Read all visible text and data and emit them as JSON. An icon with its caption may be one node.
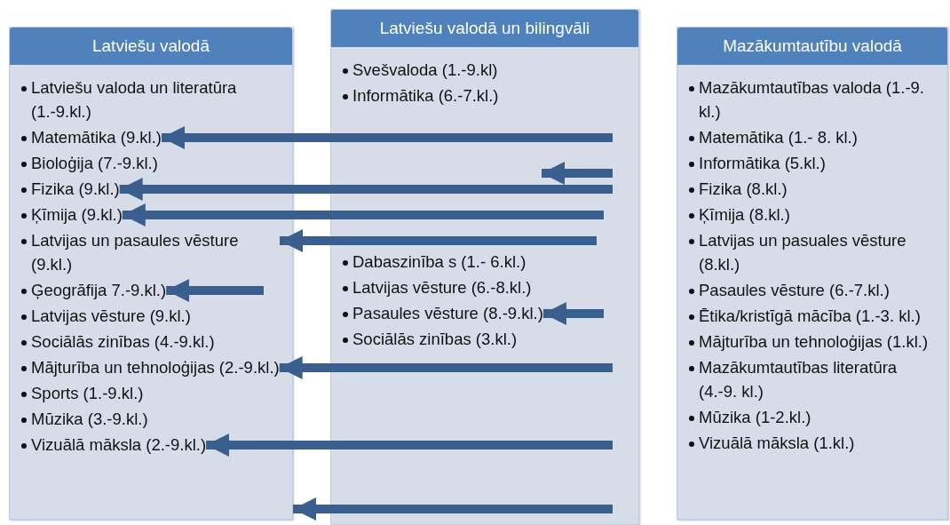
{
  "diagram": {
    "nodes": [
      {
        "text": [
          "Latviešu valodā"
        ]
      },
      {
        "text": [
          "Latviešu valoda un literatūra (1.-9.kl.)"
        ],
        "in": 0
      },
      {
        "text": [
          "Matemātika (9.kl.)"
        ],
        "in": 0
      },
      {
        "text": [
          "Bioloģija (7.-9.kl.)"
        ],
        "in": 0
      },
      {
        "text": [
          "Fizika (9.kl.)"
        ],
        "in": 0
      },
      {
        "text": [
          "Ķīmija (9.kl.)"
        ],
        "in": 0
      },
      {
        "text": [
          "Latvijas un pasaules vēsture (9.kl.)"
        ],
        "in": 0
      },
      {
        "text": [
          "Ģeogrāfija 7.-9.kl.)"
        ],
        "in": 0
      },
      {
        "text": [
          "Latvijas vēsture (9.kl.)"
        ],
        "in": 0
      },
      {
        "text": [
          "Sociālās zinības (4.-9.kl.)"
        ],
        "in": 0
      },
      {
        "text": [
          "Mājturība un tehnoloģijas (2.-9.kl.)"
        ],
        "in": 0
      },
      {
        "text": [
          "Sports (1.-9.kl.)"
        ],
        "in": 0
      },
      {
        "text": [
          "Mūzika (3.-9.kl.)"
        ],
        "in": 0
      },
      {
        "text": [
          "Vizuālā māksla (2.-9.kl.)"
        ],
        "in": 0
      },
      {
        "text": [
          "Latviešu valodā un bilingvāli"
        ]
      },
      {
        "text": [
          "Svešvaloda (1.-9.kl)"
        ],
        "in": 14
      },
      {
        "text": [
          "Informātika (6.-7.kl.)"
        ],
        "in": 14
      },
      {
        "text": [
          "Dabaszinība s (1.- 6.kl.)"
        ],
        "in": 14
      },
      {
        "text": [
          "Latvijas vēsture (6.-8.kl.)"
        ],
        "in": 14
      },
      {
        "text": [
          "Pasaules vēsture (8.-9.kl.)"
        ],
        "in": 14
      },
      {
        "text": [
          "Sociālās zinības (3.kl.)"
        ],
        "in": 14
      },
      {
        "text": [
          "Mazākumtautību valodā"
        ]
      },
      {
        "text": [
          "Mazākumtautības valoda (1.-9. kl.)"
        ],
        "in": 21
      },
      {
        "text": [
          "Matemātika (1.- 8. kl.)"
        ],
        "in": 21
      },
      {
        "text": [
          "Informātika (5.kl.)"
        ],
        "in": 21
      },
      {
        "text": [
          "Fizika (8.kl.)"
        ],
        "in": 21
      },
      {
        "text": [
          "Ķīmija (8.kl.)"
        ],
        "in": 21
      },
      {
        "text": [
          "Latvijas un pasuales vēsture (8.kl.)"
        ],
        "in": 21
      },
      {
        "text": [
          "Pasaules vēsture (6.-7.kl.)"
        ],
        "in": 21
      },
      {
        "text": [
          "Ētika/kristīgā mācība (1.-3. kl.)"
        ],
        "in": 21
      },
      {
        "text": [
          "Mājturība un tehnoloģijas (1.kl.)"
        ],
        "in": 21
      },
      {
        "text": [
          "Mazākumtautības literatūra (4.-9. kl.)"
        ],
        "in": 21
      },
      {
        "text": [
          "Mūzika (1-2.kl.)"
        ],
        "in": 21
      },
      {
        "text": [
          "Vizuālā māksla (1.kl.)"
        ],
        "in": 21
      }
    ],
    "edges": [
      {
        "from": null,
        "to": 2,
        "arrow": "to"
      },
      {
        "from": null,
        "to": 4,
        "arrow": "to"
      },
      {
        "from": null,
        "to": 5,
        "arrow": "to"
      },
      {
        "from": null,
        "to": 6,
        "arrow": "to"
      },
      {
        "from": null,
        "to": 7,
        "arrow": "to"
      },
      {
        "from": null,
        "to": 19,
        "arrow": "to"
      },
      {
        "from": null,
        "to": 10,
        "arrow": "to"
      },
      {
        "from": null,
        "to": 13,
        "arrow": "to"
      },
      {
        "from": null,
        "to": 0,
        "arrow": "to"
      }
    ]
  }
}
